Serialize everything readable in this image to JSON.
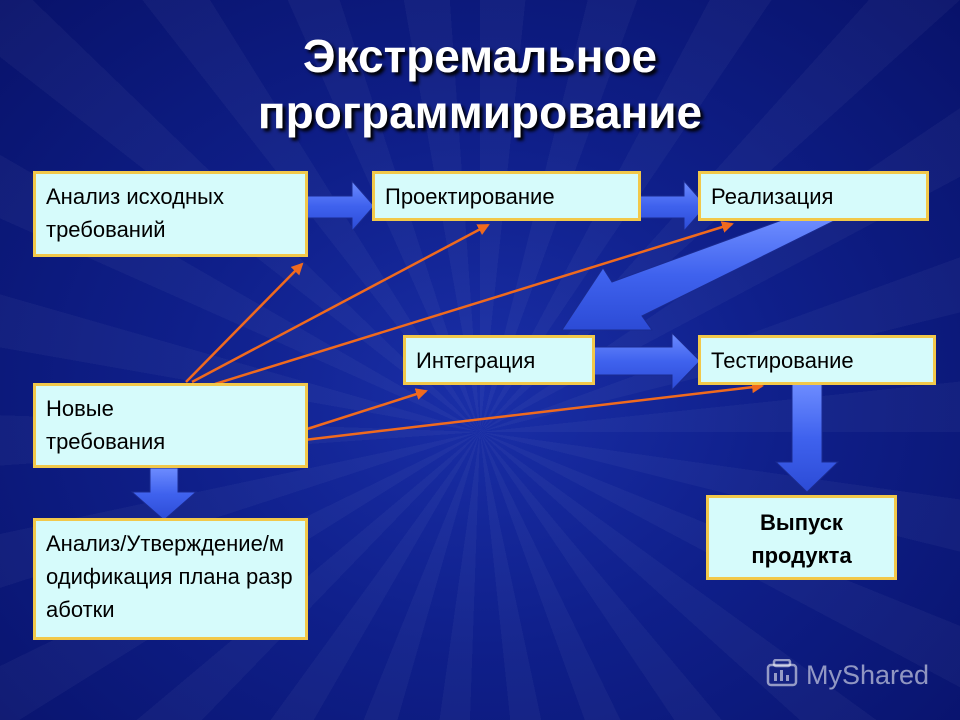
{
  "slide": {
    "title_line1": "Экстремальное",
    "title_line2": "программирование"
  },
  "boxes": {
    "analysis": "Анализ исходных требований",
    "design": "Проектирование",
    "implementation": "Реализация",
    "integration": "Интеграция",
    "testing": "Тестирование",
    "new_requirements": "Новые требования",
    "plan_review": "Анализ/Утверждение/модификация плана разработки",
    "release": "Выпуск продукта"
  },
  "watermark": {
    "text": "MyShared"
  },
  "colors": {
    "box_fill": "#d6fbfb",
    "box_border": "#f2c84a",
    "big_arrow": "#4a6cf0",
    "thin_arrow": "#f06a1e"
  }
}
